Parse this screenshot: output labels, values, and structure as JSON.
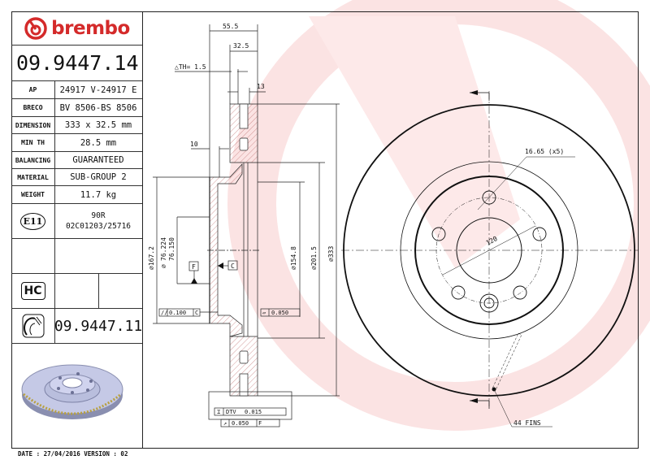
{
  "brand": {
    "name": "brembo",
    "color": "#d42a2a"
  },
  "part_number": "09.9447.14",
  "specs": [
    {
      "label": "AP",
      "value": "24917 V-24917 E"
    },
    {
      "label": "BRECO",
      "value": "BV 8506-BS 8506"
    },
    {
      "label": "DIMENSION",
      "value": "333 x 32.5 mm"
    },
    {
      "label": "MIN TH",
      "value": "28.5 mm"
    },
    {
      "label": "BALANCING",
      "value": "GUARANTEED"
    },
    {
      "label": "MATERIAL",
      "value": "SUB-GROUP 2"
    },
    {
      "label": "WEIGHT",
      "value": "11.7 kg"
    }
  ],
  "homologation": {
    "badge": "E11",
    "line1": "90R",
    "line2": "02C01203/25716"
  },
  "hc_badge": "HC",
  "related_part": {
    "icon": "disc-pad-icon",
    "number": "09.9447.11"
  },
  "footer": "DATE : 27/04/2016 VERSION : 02",
  "drawing": {
    "dim_overall_width": "55.5",
    "dim_thickness": "32.5",
    "delta_th": "△TH= 1.5",
    "dim_13": "13",
    "dim_10": "10",
    "dia_167": "⌀167.2",
    "dia_bore_max": "76.224",
    "dia_bore_min": "76.150",
    "dia_154": "⌀154.8",
    "dia_201": "⌀201.5",
    "dia_333": "⌀333",
    "datum_f": "F",
    "datum_c": "C",
    "tol_parallel": "0.100",
    "tol_parallel_ref": "C",
    "tol_flatness": "0.050",
    "dtv_label": "DTV",
    "dtv_value": "0.015",
    "runout_value": "0.050",
    "runout_ref": "F",
    "bolt_hole": "16.65 (x5)",
    "pcd": "120",
    "fins": "44 FINS"
  }
}
